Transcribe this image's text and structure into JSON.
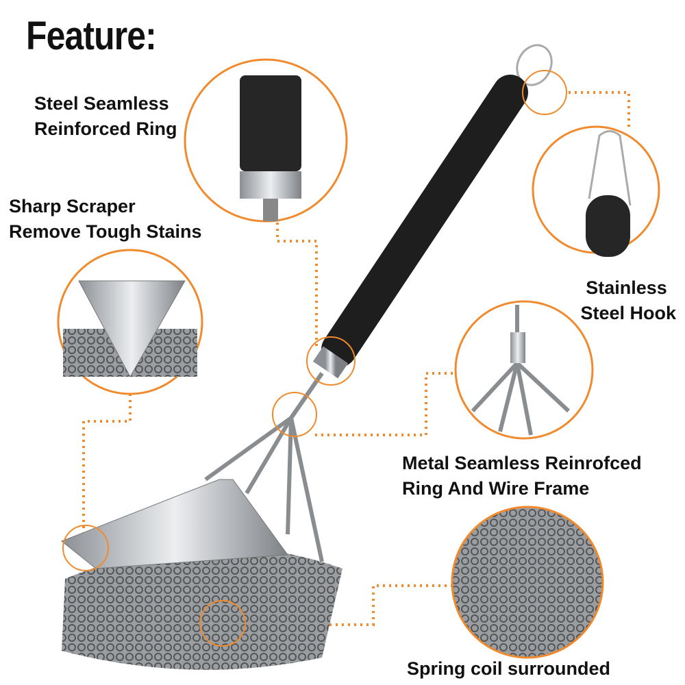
{
  "title": "Feature:",
  "features": [
    {
      "line1": "Steel Seamless",
      "line2": "Reinforced Ring"
    },
    {
      "line1": "Sharp Scraper",
      "line2": "Remove Tough Stains"
    },
    {
      "line1": "Stainless",
      "line2": "Steel Hook"
    },
    {
      "line1": "Metal Seamless Reinrofced",
      "line2": "Ring And Wire Frame"
    },
    {
      "line1": "Spring coil surrounded",
      "line2": ""
    }
  ],
  "colors": {
    "accent": "#f08a2c",
    "handle": "#1e1e1e",
    "steel": "#b9bcc0"
  }
}
